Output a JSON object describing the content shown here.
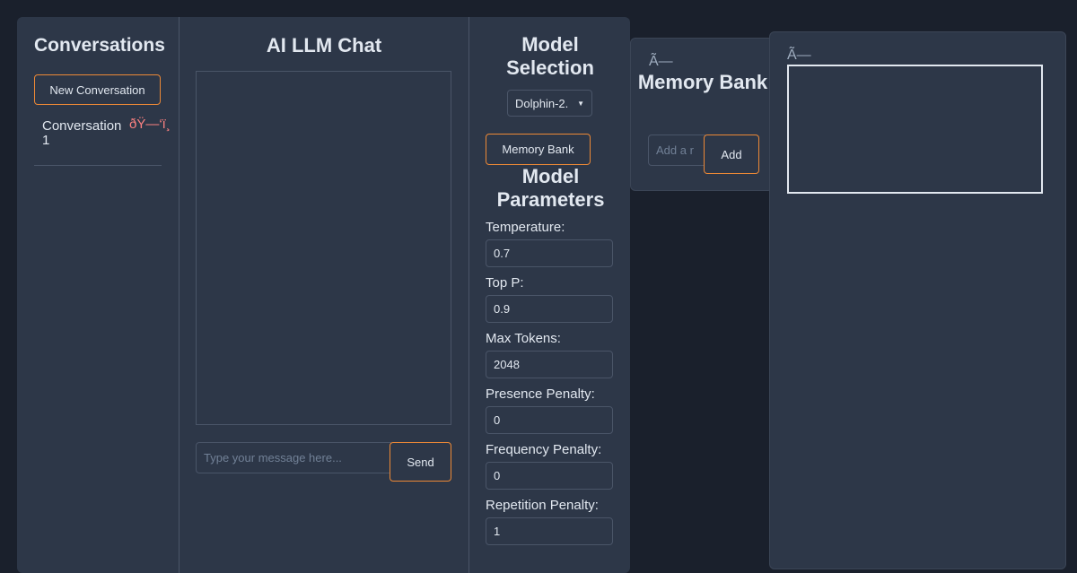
{
  "sidebar": {
    "title": "Conversations",
    "new_button": "New Conversation",
    "conversations": [
      {
        "label": "Conversation 1",
        "delete_glyph": "ðŸ—‘ï¸"
      }
    ]
  },
  "chat": {
    "title": "AI LLM Chat",
    "input_placeholder": "Type your message here...",
    "send_label": "Send"
  },
  "model": {
    "selection_title": "Model Selection",
    "selected_model": "Dolphin-2.",
    "memory_bank_button": "Memory Bank",
    "parameters_title": "Model Parameters",
    "params": [
      {
        "label": "Temperature:",
        "value": "0.7"
      },
      {
        "label": "Top P:",
        "value": "0.9"
      },
      {
        "label": "Max Tokens:",
        "value": "2048"
      },
      {
        "label": "Presence Penalty:",
        "value": "0"
      },
      {
        "label": "Frequency Penalty:",
        "value": "0"
      },
      {
        "label": "Repetition Penalty:",
        "value": "1"
      }
    ]
  },
  "memory_panel": {
    "close_glyph": "Ã—",
    "title": "Memory Bank",
    "input_placeholder": "Add a r",
    "add_label": "Add"
  },
  "right_panel": {
    "close_glyph": "Ã—"
  },
  "colors": {
    "page_bg": "#1a202c",
    "panel_bg": "#2d3748",
    "border": "#4a5568",
    "accent": "#ed8936",
    "danger": "#fc8181",
    "text": "#e2e8f0"
  }
}
